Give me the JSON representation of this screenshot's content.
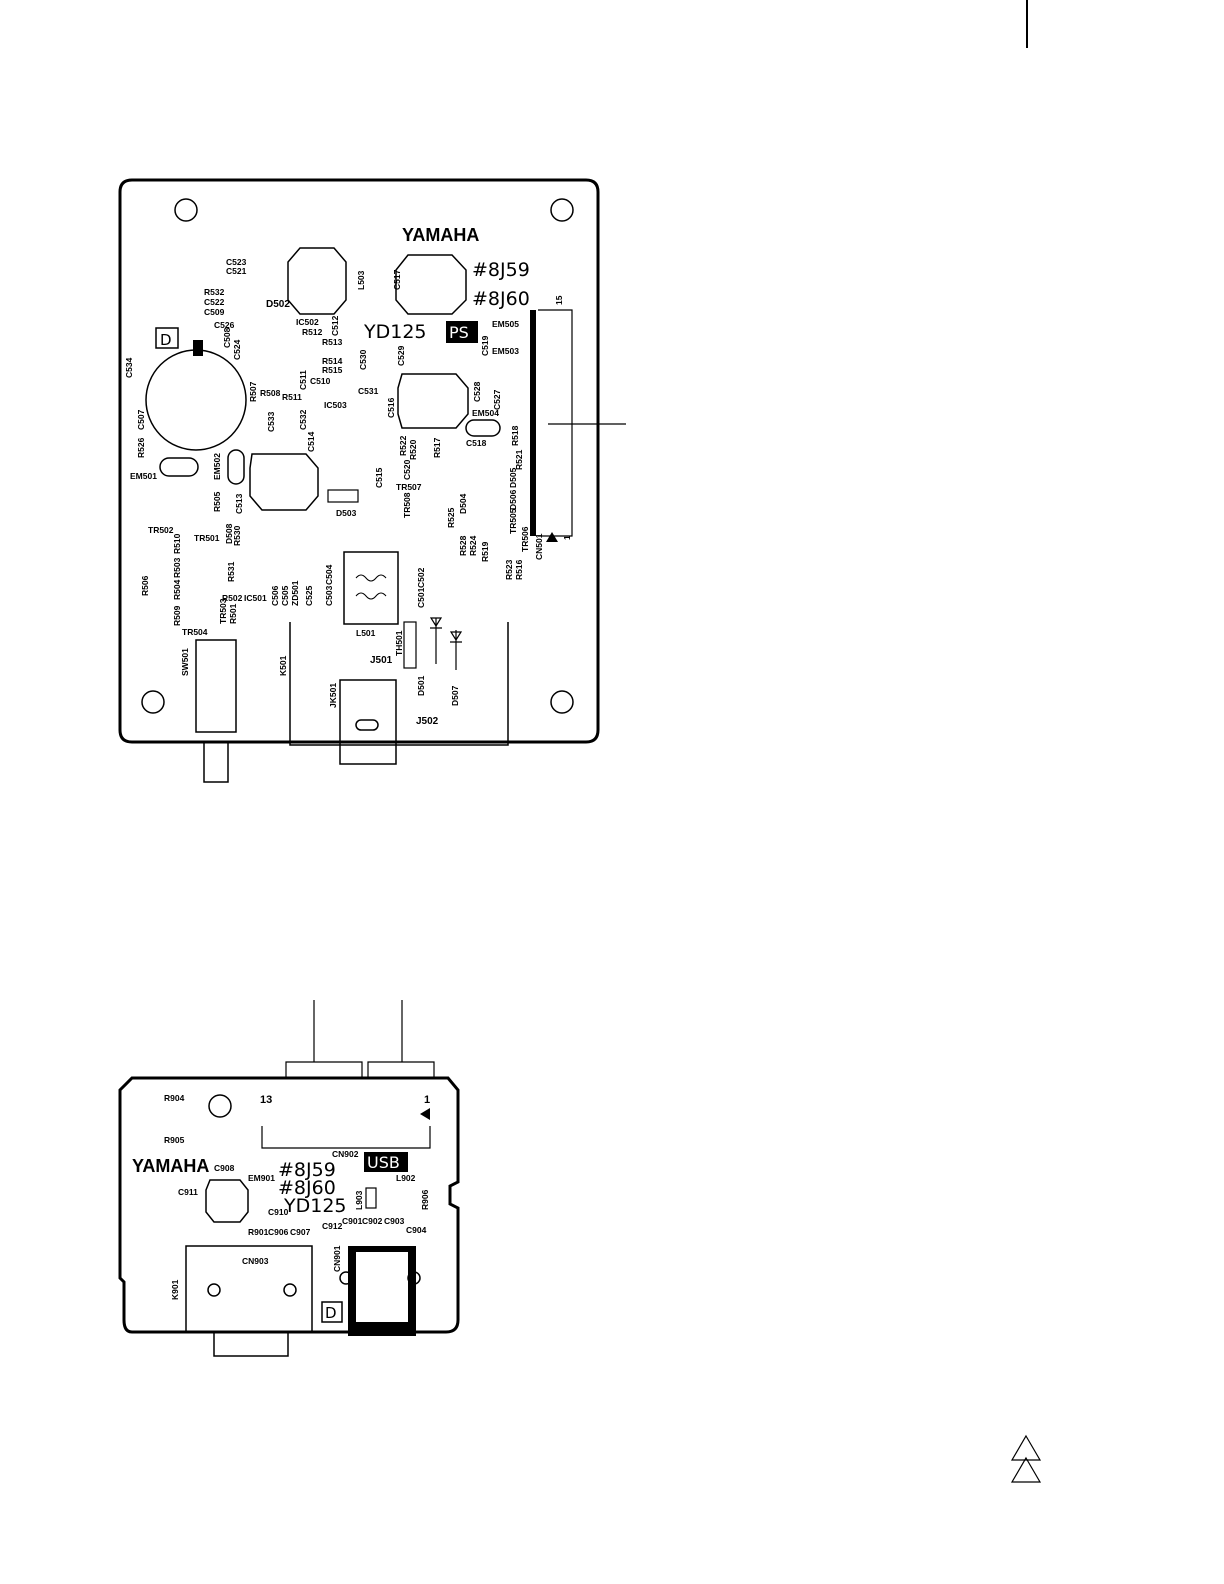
{
  "ps_board": {
    "brand": "YAMAHA",
    "model_codes": [
      "#8J59",
      "#8J60"
    ],
    "model": "YD125",
    "board_tag": "PS",
    "side_marker": "D",
    "connector_pins": [
      "15",
      "1"
    ],
    "component_labels": [
      "C523",
      "C521",
      "R532",
      "C522",
      "C509",
      "D502",
      "C526",
      "C508",
      "C524",
      "IC502",
      "R512",
      "C512",
      "R513",
      "R514",
      "R515",
      "C510",
      "C511",
      "R511",
      "R508",
      "R507",
      "C533",
      "C534",
      "R526",
      "C507",
      "IC503",
      "C532",
      "C514",
      "EM502",
      "EM501",
      "C513",
      "R505",
      "D503",
      "C515",
      "C530",
      "C531",
      "C529",
      "C516",
      "L503",
      "C517",
      "EM505",
      "C519",
      "EM503",
      "C528",
      "C527",
      "EM504",
      "C518",
      "R518",
      "R521",
      "R517",
      "R522",
      "R520",
      "C520",
      "TR507",
      "TR508",
      "D504",
      "D505",
      "D506",
      "R525",
      "TR505",
      "R528",
      "R524",
      "R519",
      "R523",
      "R516",
      "TR506",
      "CN501",
      "TR502",
      "TR501",
      "R510",
      "D508",
      "R530",
      "R503",
      "R504",
      "R506",
      "R509",
      "R502",
      "R501",
      "R531",
      "TR503",
      "TR504",
      "IC501",
      "C506",
      "C505",
      "ZD501",
      "C525",
      "C503",
      "C504",
      "L501",
      "C501",
      "C502",
      "TH501",
      "J501",
      "K501",
      "SW501",
      "JK501",
      "D501",
      "D507",
      "J502"
    ]
  },
  "usb_board": {
    "brand": "YAMAHA",
    "model_codes": [
      "#8J59",
      "#8J60"
    ],
    "model": "YD125",
    "board_tag": "USB",
    "side_marker": "D",
    "connector_pins": [
      "13",
      "1"
    ],
    "component_labels": [
      "R904",
      "R905",
      "C908",
      "C911",
      "EM901",
      "C910",
      "R901",
      "C906",
      "C907",
      "CN902",
      "L902",
      "R906",
      "L903",
      "C901",
      "C902",
      "C903",
      "C904",
      "C912",
      "CN901",
      "CN903",
      "K901"
    ]
  },
  "colors": {
    "ink": "#000000",
    "paper": "#ffffff"
  }
}
